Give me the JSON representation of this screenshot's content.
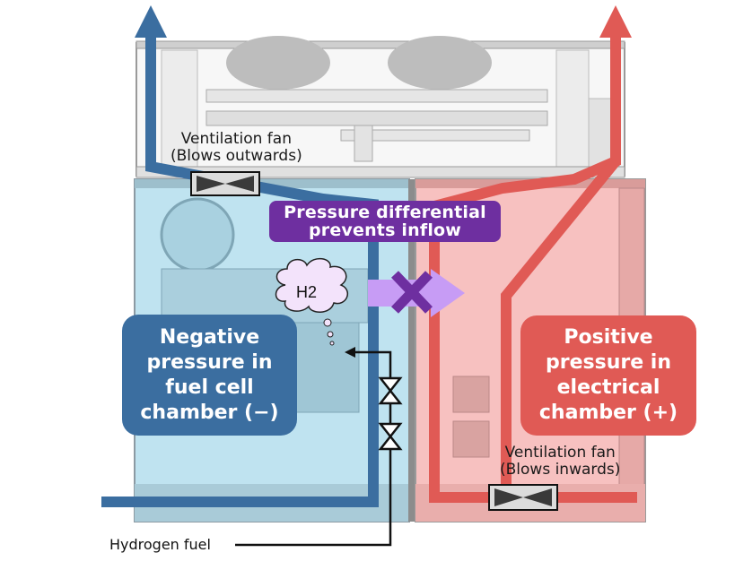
{
  "diagram": {
    "title_badge": {
      "line1": "Pressure differential",
      "line2": "prevents inflow"
    },
    "fan_outwards": {
      "line1": "Ventilation fan",
      "line2": "(Blows outwards)"
    },
    "fan_inwards": {
      "line1": "Ventilation fan",
      "line2": "(Blows inwards)"
    },
    "negative_chamber": {
      "lines": [
        "Negative",
        "pressure in",
        "fuel cell",
        "chamber (−)"
      ]
    },
    "positive_chamber": {
      "lines": [
        "Positive",
        "pressure in",
        "electrical",
        "chamber (+)"
      ]
    },
    "h2_cloud": "H2",
    "hydrogen_fuel_label": "Hydrogen fuel",
    "icons": {
      "exhaust_arrow": "arrow-up-icon",
      "intake_arrow": "arrow-up-icon",
      "fan": "bowtie-fan-icon",
      "valve": "valve-icon",
      "blocked_flow": "cross-icon"
    },
    "colors": {
      "negative_blue": "#3b6ea0",
      "negative_fill": "#bfe3f0",
      "positive_red": "#e05a55",
      "positive_fill": "#f7c1c0",
      "purple_badge": "#6e2fa0",
      "flow_arrow_lavender": "#c79cf5",
      "cloud_fill": "#f3e3fb"
    }
  }
}
